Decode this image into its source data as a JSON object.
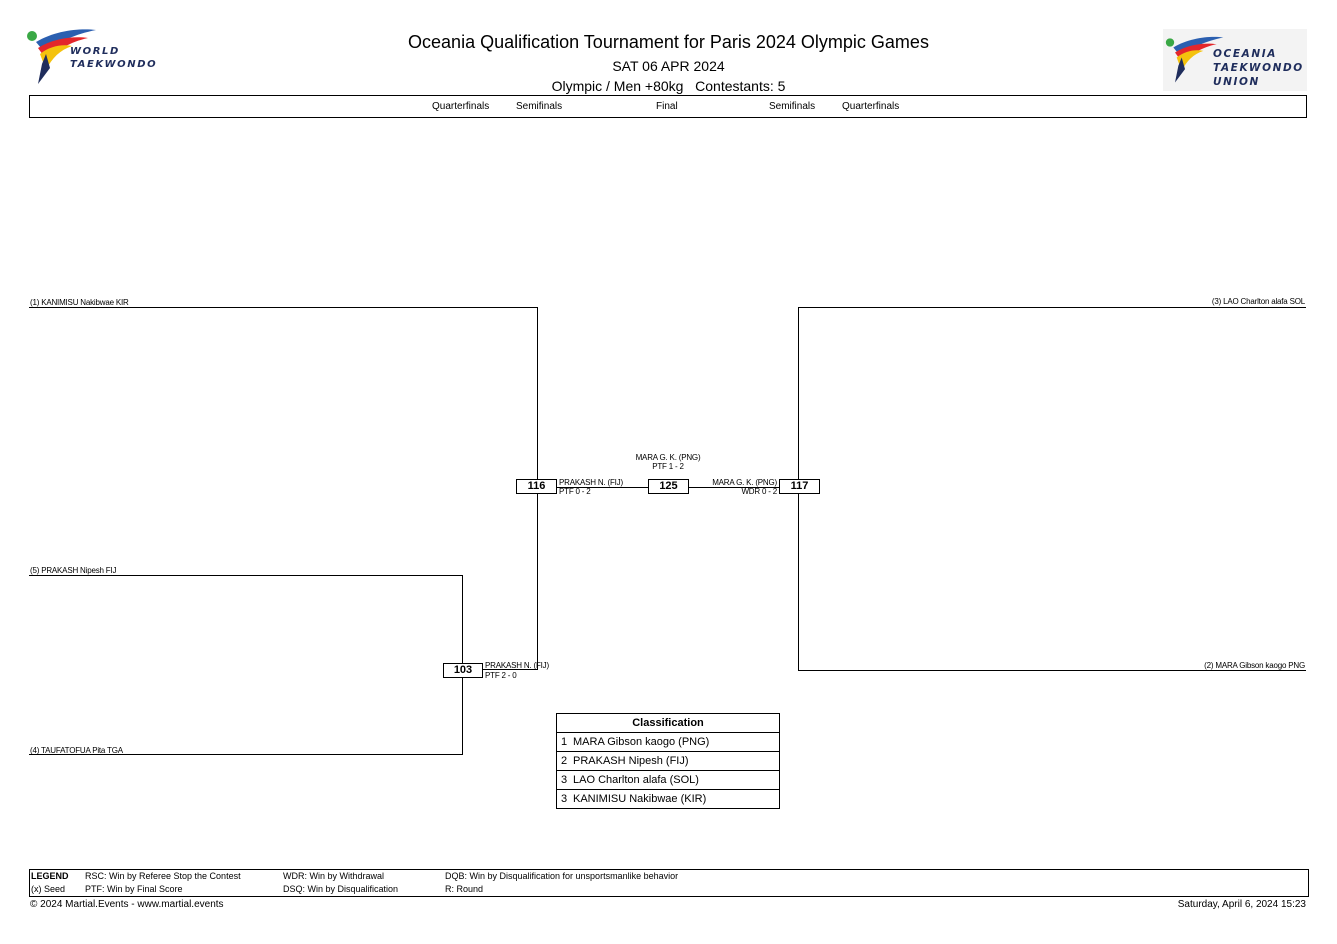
{
  "header": {
    "title": "Oceania Qualification Tournament for Paris 2024 Olympic Games",
    "date": "SAT 06 APR 2024",
    "category": "Olympic / Men +80kg",
    "contestants": "Contestants: 5",
    "logo_left": [
      "WORLD",
      "TAEKWONDO"
    ],
    "logo_right": [
      "OCEANIA",
      "TAEKWONDO",
      "UNION"
    ]
  },
  "rounds": {
    "left_qf": "Quarterfinals",
    "left_sf": "Semifinals",
    "final": "Final",
    "right_sf": "Semifinals",
    "right_qf": "Quarterfinals"
  },
  "bracket": {
    "left_top_athlete": "(1) KANIMISU Nakibwae KIR",
    "left_mid_athlete": "(5) PRAKASH Nipesh FIJ",
    "left_bottom_athlete": "(4) TAUFATOFUA Pita TGA",
    "right_top_athlete": "(3) LAO Charlton alafa SOL",
    "right_bottom_athlete": "(2) MARA Gibson kaogo PNG",
    "m103": {
      "number": "103",
      "winner": "PRAKASH N. (FIJ)",
      "result": "PTF 2 - 0"
    },
    "m116": {
      "number": "116",
      "winner": "PRAKASH N. (FIJ)",
      "result": "PTF 0 - 2"
    },
    "m117": {
      "number": "117",
      "winner": "MARA G. K. (PNG)",
      "result": "WDR 0 - 2"
    },
    "m125": {
      "number": "125",
      "winner": "MARA G. K. (PNG)",
      "result": "PTF 1 - 2"
    }
  },
  "classification": {
    "title": "Classification",
    "rows": [
      {
        "rank": "1",
        "name": "MARA Gibson kaogo (PNG)"
      },
      {
        "rank": "2",
        "name": "PRAKASH Nipesh (FIJ)"
      },
      {
        "rank": "3",
        "name": "LAO Charlton alafa (SOL)"
      },
      {
        "rank": "3",
        "name": "KANIMISU Nakibwae (KIR)"
      }
    ]
  },
  "legend": {
    "label": "LEGEND",
    "seed": "(x) Seed",
    "rsc": "RSC: Win by Referee Stop the Contest",
    "ptf": "PTF: Win by Final Score",
    "wdr": "WDR: Win by Withdrawal",
    "dsq": "DSQ: Win by Disqualification",
    "dqb": "DQB: Win by Disqualification for unsportsmanlike behavior",
    "r": "R: Round"
  },
  "footer": {
    "copyright": "© 2024 Martial.Events - www.martial.events",
    "timestamp": "Saturday, April 6, 2024 15:23"
  },
  "colors": {
    "logo_navy": "#1f2d5c",
    "logo_red": "#e3262b",
    "logo_yellow": "#f4c20d",
    "logo_green": "#3aa845",
    "logo_blue": "#2b5fb0"
  }
}
